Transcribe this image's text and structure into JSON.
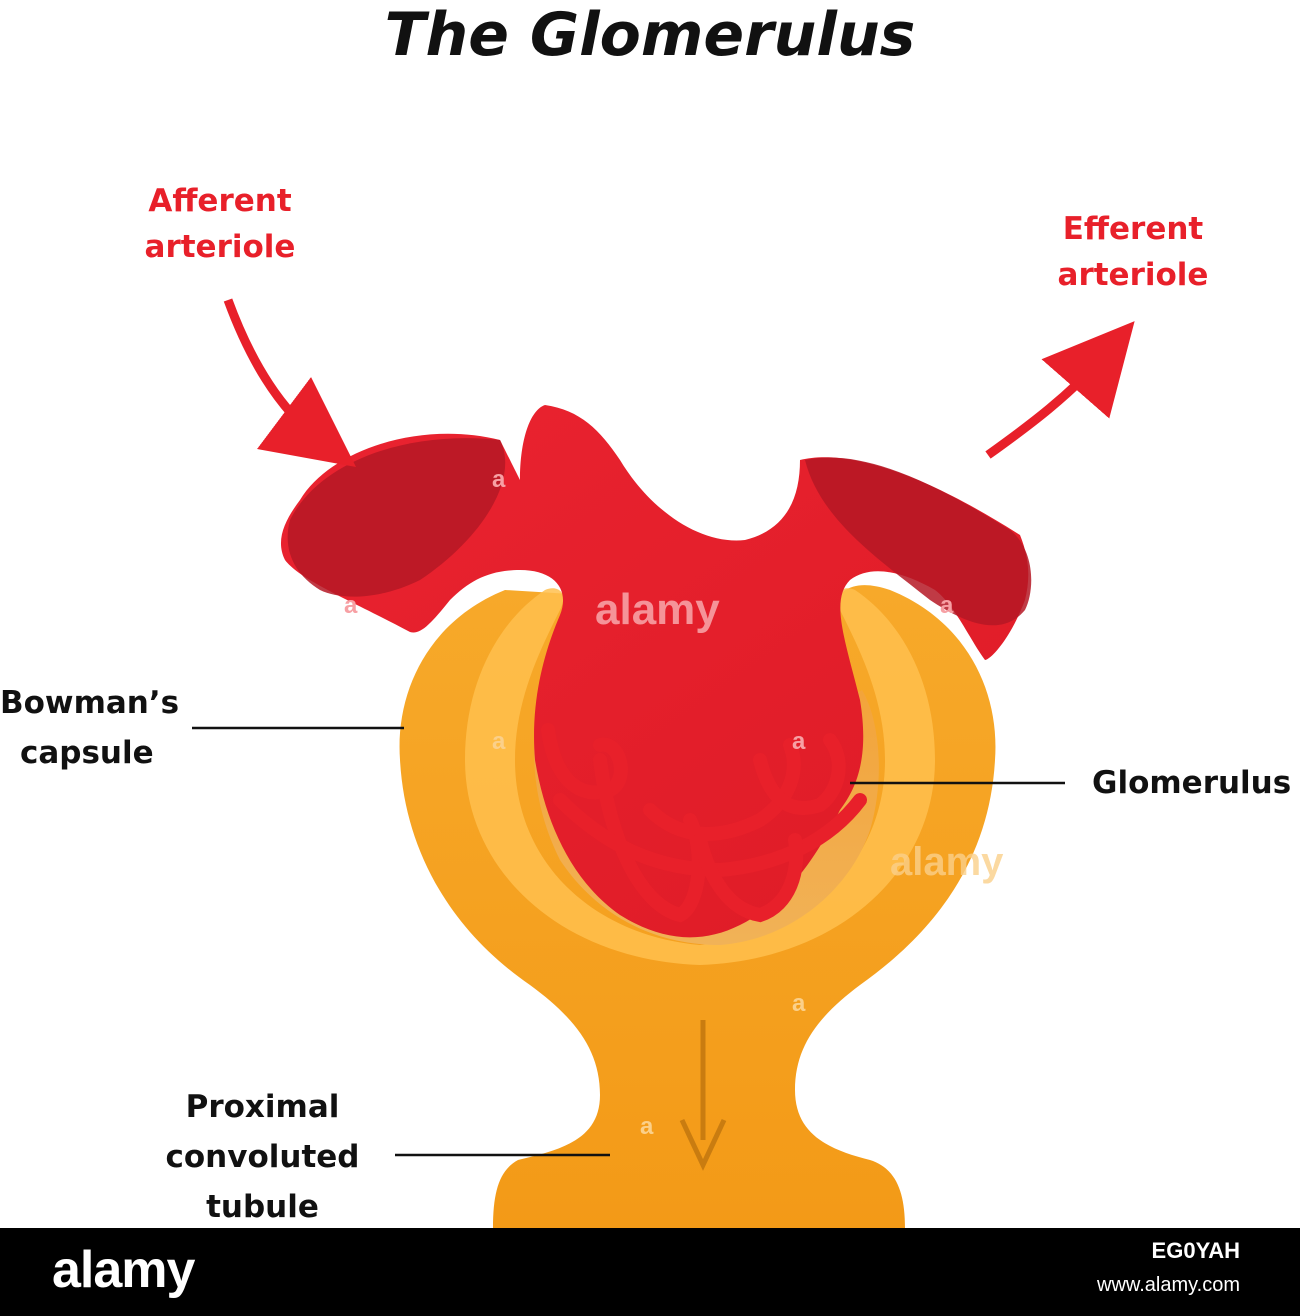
{
  "title": "The Glomerulus",
  "labels": {
    "afferent_line1": "Afferent",
    "afferent_line2": "arteriole",
    "efferent_line1": "Efferent",
    "efferent_line2": "arteriole",
    "bowmans_line1": "Bowman’s",
    "bowmans_line2": "capsule",
    "glomerulus": "Glomerulus",
    "proximal_line1": "Proximal",
    "proximal_line2": "convoluted",
    "proximal_line3": "tubule"
  },
  "watermark": {
    "brand": "alamy",
    "letter": "a"
  },
  "footer": {
    "logo": "alamy",
    "image_id": "EG0YAH",
    "url": "www.alamy.com"
  },
  "colors": {
    "artery_red": "#e8202a",
    "artery_dark": "#b51724",
    "capsule_orange": "#f5a31e",
    "capsule_light": "#ffc04d",
    "label_red": "#e8202a",
    "text_dark": "#111111",
    "footer_bg": "#000000"
  }
}
